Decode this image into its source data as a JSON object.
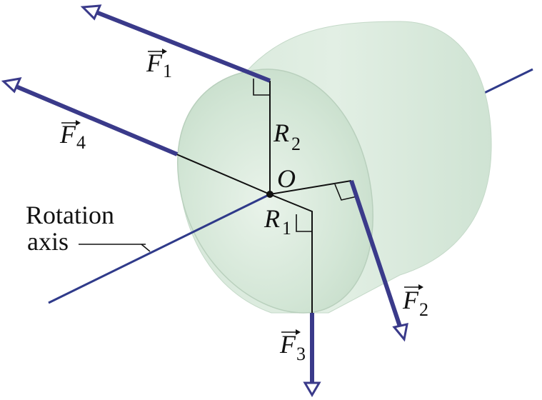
{
  "colors": {
    "vector": "#3a3a8a",
    "cylinder_fill": "#dbe9dd",
    "cylinder_face": "#c9dfcd",
    "cylinder_edge": "#bcd3c0",
    "line": "#111111"
  },
  "forces": {
    "f1": {
      "symbol": "F",
      "index": "1"
    },
    "f2": {
      "symbol": "F",
      "index": "2"
    },
    "f3": {
      "symbol": "F",
      "index": "3"
    },
    "f4": {
      "symbol": "F",
      "index": "4"
    }
  },
  "radii": {
    "r1": {
      "symbol": "R",
      "index": "1"
    },
    "r2": {
      "symbol": "R",
      "index": "2"
    }
  },
  "origin_label": "O",
  "axis_label": {
    "line1": "Rotation",
    "line2": "axis"
  }
}
